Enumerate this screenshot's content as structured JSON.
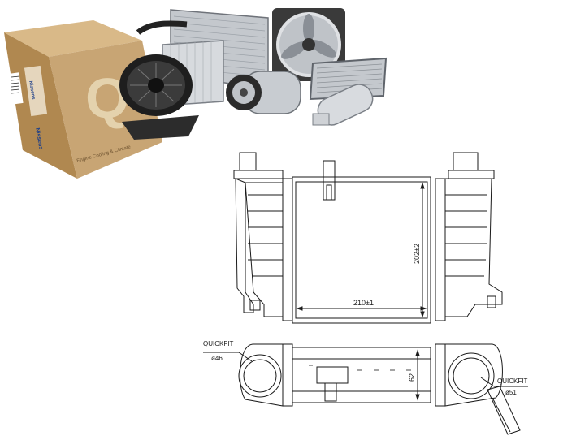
{
  "product_photo": {
    "box_brand": "Nissens",
    "box_side_brand": "Nissens",
    "box_tagline": "Engine Cooling & Climate",
    "box_logo_letter": "Q"
  },
  "drawing": {
    "width_dimension": "210±1",
    "height_dimension": "202±2",
    "depth_dimension": "62",
    "inlet_label": "QUICKFIT",
    "inlet_diameter": "ø46",
    "outlet_label": "QUICKFIT",
    "outlet_diameter": "ø51"
  },
  "colors": {
    "line": "#1a1a1a",
    "box_cardboard": "#c8a574",
    "box_dark": "#8a6a3e",
    "metal": "#b8bcc2",
    "metal_dark": "#5d6168",
    "black_plastic": "#2a2a2a"
  }
}
